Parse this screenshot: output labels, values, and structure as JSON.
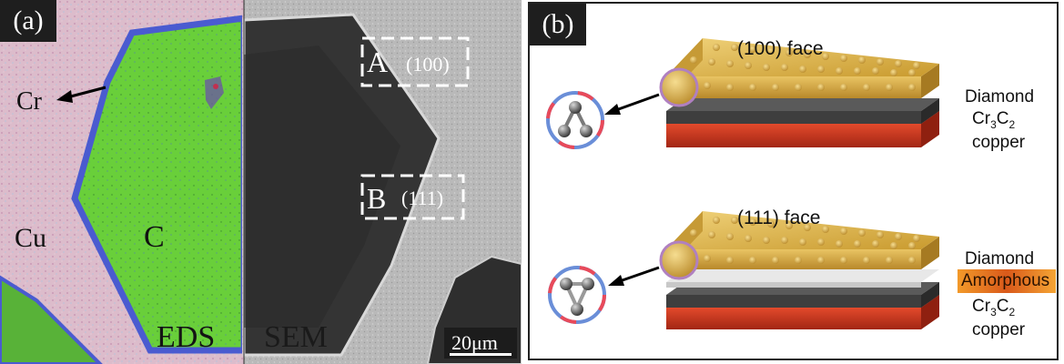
{
  "panel_a": {
    "tag": "(a)",
    "labels": {
      "cr": "Cr",
      "cu": "Cu",
      "c": "C",
      "eds": "EDS",
      "sem": "SEM",
      "box_a_letter": "A",
      "box_a_face": "(100)",
      "box_b_letter": "B",
      "box_b_face": "(111)",
      "scale_bar": "20μm"
    }
  },
  "panel_b": {
    "tag": "(b)",
    "top": {
      "title": "(100) face",
      "layer_diamond": "Diamond",
      "layer_carbide_base": "Cr",
      "layer_carbide_sub1": "3",
      "layer_carbide_mid": "C",
      "layer_carbide_sub2": "2",
      "layer_copper": "copper"
    },
    "bottom": {
      "title": "(111) face",
      "layer_diamond": "Diamond",
      "layer_amorphous": "Amorphous",
      "layer_carbide_base": "Cr",
      "layer_carbide_sub1": "3",
      "layer_carbide_mid": "C",
      "layer_carbide_sub2": "2",
      "layer_copper": "copper"
    }
  },
  "colors": {
    "eds_pink": "#d9b6c8",
    "carbon_green": "#6bd13c",
    "chromium_blue": "#4a5bd0",
    "sem_dark": "#353535",
    "sem_light": "#bdbdbd",
    "diamond_gold": "#d8b24a",
    "carbide_gray": "#4a4a4a",
    "copper_red": "#c73a22",
    "amorphous_orange": "#e27a1c"
  }
}
